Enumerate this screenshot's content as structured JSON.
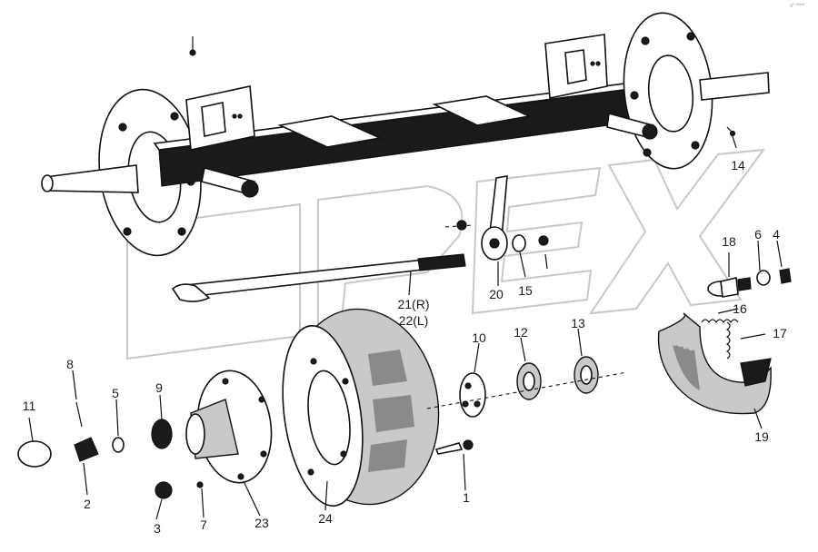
{
  "diagram": {
    "watermark": "OPEX",
    "corner_mark": "v° ºººº",
    "callouts": [
      "1",
      "2",
      "3",
      "4",
      "5",
      "6",
      "7",
      "8",
      "9",
      "10",
      "11",
      "12",
      "13",
      "14",
      "15",
      "16",
      "17",
      "18",
      "19",
      "20",
      "21(R)",
      "22(L)",
      "23",
      "24"
    ]
  }
}
